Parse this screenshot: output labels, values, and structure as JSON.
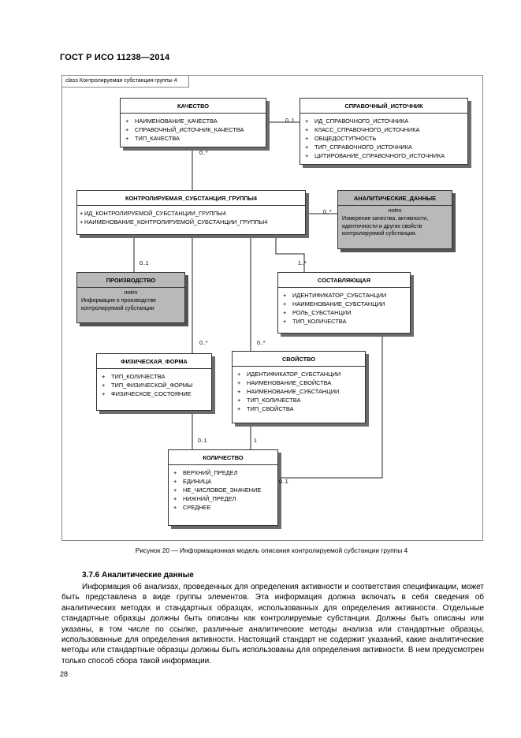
{
  "doc_title": "ГОСТ Р ИСО 11238—2014",
  "frame_label": "class Контролируемая субстанция группы 4",
  "classes": {
    "quality": {
      "name": "КАЧЕСТВО",
      "attrs": [
        "НАИМЕНОВАНИЕ_КАЧЕСТВА",
        "СПРАВОЧНЫЙ_ИСТОЧНИК_КАЧЕСТВА",
        "ТИП_КАЧЕСТВА"
      ]
    },
    "ref_source": {
      "name": "СПРАВОЧНЫЙ_ИСТОЧНИК",
      "attrs": [
        "ИД_СПРАВОЧНОГО_ИСТОЧНИКА",
        "КЛАСС_СПРАВОЧНОГО_ИСТОЧНИКА",
        "ОБЩЕДОСТУПНОСТЬ",
        "ТИП_СПРАВОЧНОГО_ИСТОЧНИКА",
        "ЦИТИРОВАНИЕ_СПРАВОЧНОГО_ИСТОЧНИКА"
      ]
    },
    "group": {
      "name": "КОНТРОЛИРУЕМАЯ_СУБСТАНЦИЯ_ГРУППЫ4",
      "attrs": [
        "ИД_КОНТРОЛИРУЕМОЙ_СУБСТАНЦИИ_ГРУППЫ4",
        "НАИМЕНОВАНИЕ_КОНТРОЛИРУЕМОЙ_СУБСТАНЦИИ_ГРУППЫ4"
      ]
    },
    "component": {
      "name": "СОСТАВЛЯЮЩАЯ",
      "attrs": [
        "ИДЕНТИФИКАТОР_СУБСТАНЦИИ",
        "НАИМЕНОВАНИЕ_СУБСТАНЦИИ",
        "РОЛЬ_СУБСТАНЦИИ",
        "ТИП_КОЛИЧЕСТВА"
      ]
    },
    "physical_form": {
      "name": "ФИЗИЧЕСКАЯ_ФОРМА",
      "attrs": [
        "ТИП_КОЛИЧЕСТВА",
        "ТИП_ФИЗИЧЕСКОЙ_ФОРМЫ",
        "ФИЗИЧЕСКОЕ_СОСТОЯНИЕ"
      ]
    },
    "property": {
      "name": "СВОЙСТВО",
      "attrs": [
        "ИДЕНТИФИКАТОР_СУБСТАНЦИИ",
        "НАИМЕНОВАНИЕ_СВОЙСТВА",
        "НАИМЕНОВАНИЕ_СУБСТАНЦИИ",
        "ТИП_КОЛИЧЕСТВА",
        "ТИП_СВОЙСТВА"
      ]
    },
    "quantity": {
      "name": "КОЛИЧЕСТВО",
      "attrs": [
        "ВЕРХНИЙ_ПРЕДЕЛ",
        "ЕДИНИЦА",
        "НЕ_ЧИСЛОВОЕ_ЗНАЧЕНИЕ",
        "НИЖНИЙ_ПРЕДЕЛ",
        "СРЕДНЕЕ"
      ]
    }
  },
  "notes": {
    "analytical": {
      "name": "АНАЛИТИЧЕСКИЕ_ДАННЫЕ",
      "keyword": "notes",
      "text": [
        "Измерение качества, активности,",
        "идентичности и других свойств",
        "контролируемой субстанции."
      ]
    },
    "production": {
      "name": "ПРОИЗВОДСТВО",
      "keyword": "notes",
      "text": [
        "Информация о производстве",
        "контролируемой субстанции"
      ]
    }
  },
  "multiplicities": {
    "quality_ref": "0..1",
    "quality_group": "0..*",
    "group_analytical": "0..*",
    "group_production": "0..1",
    "group_component": "1..*",
    "group_physform": "0..*",
    "group_property": "0..*",
    "physform_quantity": "0..1",
    "property_quantity": "1",
    "component_quantity": "0..1"
  },
  "caption": "Рисунок  20 — Информационная модель описания контролируемой субстанции группы 4",
  "section": {
    "heading": "3.7.6  Аналитические данные",
    "paragraph": "Информация об анализах, проведенных для определения активности и соответствия спецификации, может быть представлена в виде группы элементов. Эта информация должна включать в себя сведения об аналитических методах и стандартных образцах, использованных для определения активности. Отдельные стандартные образцы должны быть описаны как контролируемые субстанции. Должны быть описаны или указаны, в том числе по ссылке, различные аналитические методы анализа или стандартные образцы, использованные для определения активности. Настоящий стандарт не содержит указаний, какие аналитические методы или стандартные образцы должны быть использованы для определения активности. В нем предусмотрен только способ сбора такой информации."
  },
  "page_number": "28"
}
